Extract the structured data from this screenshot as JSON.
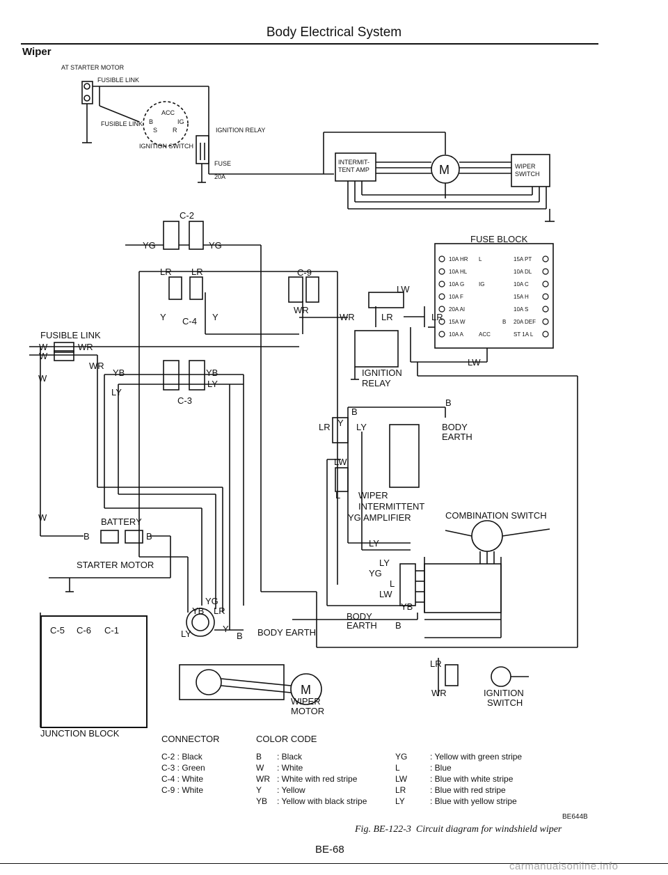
{
  "header": {
    "title": "Body Electrical System"
  },
  "section": {
    "title": "Wiper"
  },
  "labels": {
    "at_starter_motor": "AT STARTER MOTOR",
    "fusible_link_top": "FUSIBLE LINK",
    "fusible_link_left": "FUSIBLE LINK",
    "ignition_switch_top": "IGNITION SWITCH",
    "ign_acc": "ACC",
    "ign_b": "B",
    "ign_ig": "IG",
    "ign_s": "S",
    "ign_r": "R",
    "ignition_relay_top": "IGNITION RELAY",
    "fuse": "FUSE",
    "fuse_rating": "20A",
    "intermittent_amp": [
      "INTERMIT-",
      "TENT AMP"
    ],
    "motor_symbol": "M",
    "wiper_switch_top": [
      "WIPER",
      "SWITCH"
    ],
    "c2": "C-2",
    "c3": "C-3",
    "c4": "C-4",
    "c9": "C-9",
    "fuse_block": "FUSE BLOCK",
    "fuse_left": [
      "10A HR",
      "10A HL",
      "10A G",
      "10A F",
      "20A AI",
      "15A W",
      "10A A"
    ],
    "fuse_right": [
      "15A PT",
      "10A DL",
      "10A C",
      "15A H",
      "10A S",
      "20A DEF",
      "ST 1A L"
    ],
    "fuse_mid": [
      "L",
      "IG",
      "B",
      "ACC"
    ],
    "ignition_relay": [
      "IGNITION",
      "RELAY"
    ],
    "body_earth": [
      "BODY",
      "EARTH"
    ],
    "wiper_amp": [
      "WIPER",
      "INTERMITTENT",
      "AMPLIFIER"
    ],
    "combination_switch": "COMBINATION SWITCH",
    "battery": "BATTERY",
    "starter_motor": "STARTER MOTOR",
    "wiper_motor": [
      "WIPER",
      "MOTOR"
    ],
    "ignition_switch": [
      "IGNITION",
      "SWITCH"
    ],
    "body_earth_2": [
      "BODY",
      "EARTH"
    ],
    "body_earth_3": "BODY EARTH",
    "junction_block": "JUNCTION BLOCK",
    "junction_connectors": [
      "C-5",
      "C-6",
      "C-1"
    ],
    "wires": {
      "yg": "YG",
      "lr": "LR",
      "y": "Y",
      "w": "W",
      "wr": "WR",
      "yb": "YB",
      "ly": "LY",
      "lw": "LW",
      "b": "B",
      "l": "L"
    }
  },
  "connector_legend": {
    "title": "CONNECTOR",
    "rows": [
      {
        "code": "C-2",
        "desc": "Black"
      },
      {
        "code": "C-3",
        "desc": "Green"
      },
      {
        "code": "C-4",
        "desc": "White"
      },
      {
        "code": "C-9",
        "desc": "White"
      }
    ]
  },
  "color_legend": {
    "title": "COLOR CODE",
    "left": [
      {
        "code": "B",
        "desc": "Black"
      },
      {
        "code": "W",
        "desc": "White"
      },
      {
        "code": "WR",
        "desc": "White with red stripe"
      },
      {
        "code": "Y",
        "desc": "Yellow"
      },
      {
        "code": "YB",
        "desc": "Yellow with black stripe"
      }
    ],
    "right": [
      {
        "code": "YG",
        "desc": "Yellow with green stripe"
      },
      {
        "code": "L",
        "desc": "Blue"
      },
      {
        "code": "LW",
        "desc": "Blue with white stripe"
      },
      {
        "code": "LR",
        "desc": "Blue with red stripe"
      },
      {
        "code": "LY",
        "desc": "Blue with yellow stripe"
      }
    ]
  },
  "figure": {
    "code": "BE644B",
    "caption_prefix": "Fig. BE-122-3",
    "caption_text": "Circuit diagram for windshield wiper"
  },
  "footer": {
    "page": "BE-68"
  },
  "watermark": "carmanualsonline.info"
}
